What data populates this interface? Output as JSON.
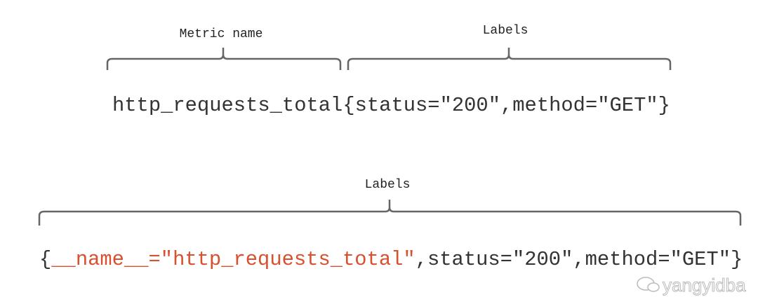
{
  "top": {
    "metric_name_label": "Metric name",
    "labels_label": "Labels",
    "code": {
      "metric": "http_requests_total",
      "labels": "{status=\"200\",method=\"GET\"}"
    }
  },
  "bottom": {
    "labels_label": "Labels",
    "code": {
      "open": "{",
      "name_pair": "__name__=\"http_requests_total\"",
      "rest": ",status=\"200\",method=\"GET\"}"
    }
  },
  "watermark": "yangyidba",
  "colors": {
    "text": "#333333",
    "highlight": "#d9502f",
    "brace": "#666666"
  }
}
